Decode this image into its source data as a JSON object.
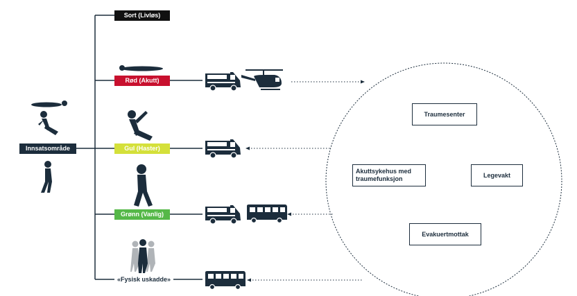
{
  "colors": {
    "navy": "#1c2d3c",
    "red": "#c8102e",
    "yellow": "#d4e03a",
    "green": "#55b848",
    "black": "#111111",
    "grey": "#b0b4b8"
  },
  "area_label": "Innsatsområde",
  "categories": [
    {
      "id": "sort",
      "label": "Sort (Livløs)",
      "color": "black"
    },
    {
      "id": "rod",
      "label": "Rød (Akutt)",
      "color": "red",
      "transport": [
        "ambulance-icon",
        "helicopter-icon"
      ]
    },
    {
      "id": "gul",
      "label": "Gul (Haster)",
      "color": "yellow",
      "transport": [
        "ambulance-icon"
      ]
    },
    {
      "id": "gronn",
      "label": "Grønn (Vanlig)",
      "color": "green",
      "transport": [
        "ambulance-icon",
        "bus-icon"
      ]
    },
    {
      "id": "uskadde",
      "label": "«Fysisk uskadde»",
      "color": "none",
      "transport": [
        "bus-icon"
      ]
    }
  ],
  "destinations": [
    {
      "id": "traume",
      "label": "Traumesenter"
    },
    {
      "id": "akutt",
      "label": "Akuttsykehus med\ntraumefunksjon"
    },
    {
      "id": "legevakt",
      "label": "Legevakt"
    },
    {
      "id": "evakuert",
      "label": "Evakuertmottak"
    }
  ]
}
